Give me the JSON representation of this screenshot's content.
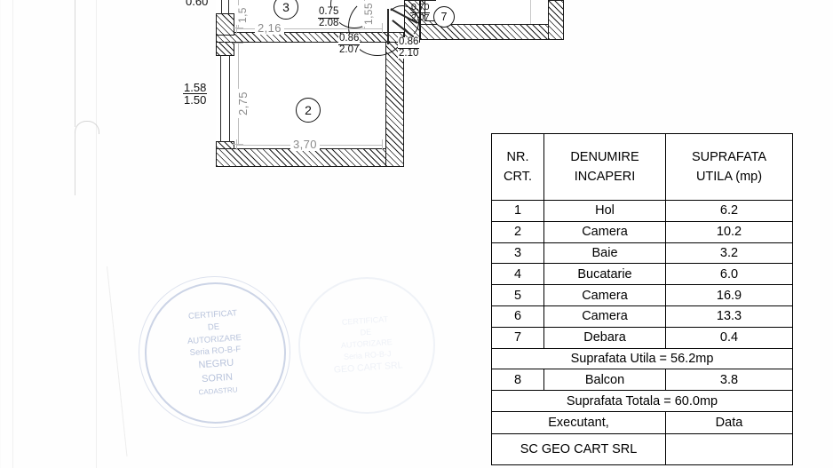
{
  "document": {
    "kind": "architectural-floor-plan-scan",
    "language": "ro"
  },
  "schedule": {
    "headers": {
      "nr_line1": "NR.",
      "nr_line2": "CRT.",
      "name_line1": "DENUMIRE",
      "name_line2": "INCAPERI",
      "area_line1": "SUPRAFATA",
      "area_line2": "UTILA (mp)"
    },
    "rows": [
      {
        "nr": "1",
        "name": "Hol",
        "area": "6.2"
      },
      {
        "nr": "2",
        "name": "Camera",
        "area": "10.2"
      },
      {
        "nr": "3",
        "name": "Baie",
        "area": "3.2"
      },
      {
        "nr": "4",
        "name": "Bucatarie",
        "area": "6.0"
      },
      {
        "nr": "5",
        "name": "Camera",
        "area": "16.9"
      },
      {
        "nr": "6",
        "name": "Camera",
        "area": "13.3"
      },
      {
        "nr": "7",
        "name": "Debara",
        "area": "0.4"
      }
    ],
    "subtotal_utila": "Suprafata Utila = 56.2mp",
    "balcon_row": {
      "nr": "8",
      "name": "Balcon",
      "area": "3.8"
    },
    "total": "Suprafata Totala = 60.0mp",
    "footer": {
      "executant_label": "Executant,",
      "data_label": "Data",
      "executant_value": "SC GEO CART SRL",
      "data_value": ""
    }
  },
  "plan": {
    "room_markers": [
      {
        "id": "3",
        "label": "3"
      },
      {
        "id": "2",
        "label": "2"
      },
      {
        "id": "7",
        "label": "7"
      }
    ],
    "dimensions": {
      "room2_width": "3,70",
      "room2_height": "2,75",
      "room3_width": "2,16",
      "vertical_left": "1,5",
      "vertical_right": "1,55"
    },
    "openings": [
      {
        "name": "window-left-top",
        "num": "0.60",
        "den": ""
      },
      {
        "name": "window-left",
        "num": "1.58",
        "den": "1.50"
      },
      {
        "name": "door-bath",
        "num": "0.75",
        "den": "2.08"
      },
      {
        "name": "door-room2",
        "num": "0.86",
        "den": "2.07"
      },
      {
        "name": "door-debara",
        "num": "0.70",
        "den": "2.07"
      },
      {
        "name": "door-hall",
        "num": "0.86",
        "den": "2.10"
      }
    ]
  },
  "stamps": {
    "primary": {
      "line1": "CERTIFICAT",
      "line2": "DE",
      "line3": "AUTORIZARE",
      "line4": "Seria RO-B-F",
      "line5": "NEGRU",
      "line6": "SORIN",
      "line7": "CADASTRU"
    },
    "secondary": {
      "line1": "CERTIFICAT",
      "line2": "DE",
      "line3": "AUTORIZARE",
      "line4": "Seria RO-B-J",
      "line5": "GEO CART SRL"
    }
  }
}
